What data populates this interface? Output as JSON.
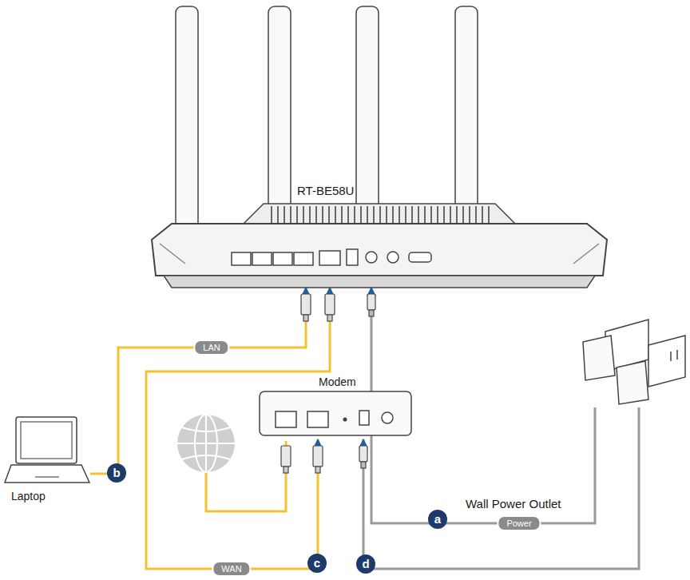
{
  "diagram": {
    "nodes": [
      {
        "text": [
          "RT-BE58U"
        ]
      },
      {
        "text": [
          "Modem"
        ]
      },
      {
        "text": [
          "Laptop"
        ]
      },
      {
        "text": [
          "Wall Power Outlet"
        ]
      }
    ],
    "edges": [
      {
        "from": 2,
        "to": 0,
        "arrow": "to",
        "label": "LAN"
      },
      {
        "from": 1,
        "to": 0,
        "arrow": "both",
        "label": "WAN"
      },
      {
        "from": 3,
        "to": 0,
        "arrow": "to",
        "label": "Power"
      },
      {
        "from": 3,
        "to": 1,
        "arrow": "to"
      }
    ],
    "labels": [
      "a",
      "b",
      "c",
      "d"
    ]
  }
}
